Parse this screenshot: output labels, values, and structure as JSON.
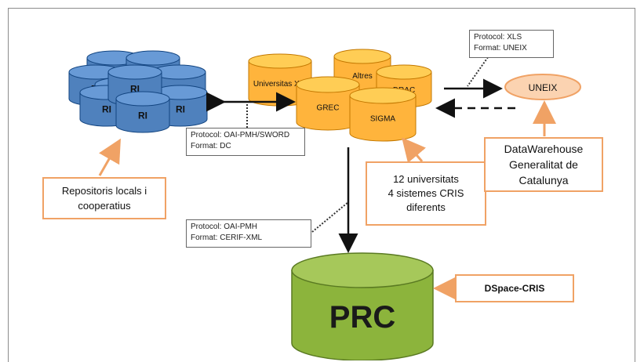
{
  "repositories": {
    "labels": [
      "RI",
      "RI",
      "RI",
      "RI",
      "RI",
      "RI",
      "RI",
      "RI",
      "RI"
    ],
    "visible_label": "RI",
    "color": "#4f81bd"
  },
  "cris_systems": {
    "labels": [
      "Universitas XXI",
      "Altres",
      "DRAC",
      "GREC",
      "SIGMA"
    ],
    "color": "#ffb43c"
  },
  "prc": {
    "label": "PRC",
    "color": "#8cb43c"
  },
  "uneix": {
    "label": "UNEIX"
  },
  "protocols": {
    "xls": {
      "line1": "Protocol: XLS",
      "line2": "Format: UNEIX"
    },
    "oai_sword": {
      "line1": "Protocol: OAI-PMH/SWORD",
      "line2": "Format: DC"
    },
    "oai_cerif": {
      "line1": "Protocol: OAI-PMH",
      "line2": "Format: CERIF-XML"
    }
  },
  "callouts": {
    "repositoris": {
      "line1": "Repositoris locals i",
      "line2": "cooperatius"
    },
    "universitats": {
      "line1": "12 universitats",
      "line2": "4 sistemes CRIS",
      "line3": "diferents"
    },
    "datawarehouse": {
      "line1": "DataWarehouse",
      "line2": "Generalitat de",
      "line3": "Catalunya"
    },
    "dspace": {
      "label": "DSpace-CRIS"
    }
  },
  "colors": {
    "callout_border": "#f0a265",
    "arrow_orange": "#f0a265",
    "arrow_black": "#111111"
  }
}
